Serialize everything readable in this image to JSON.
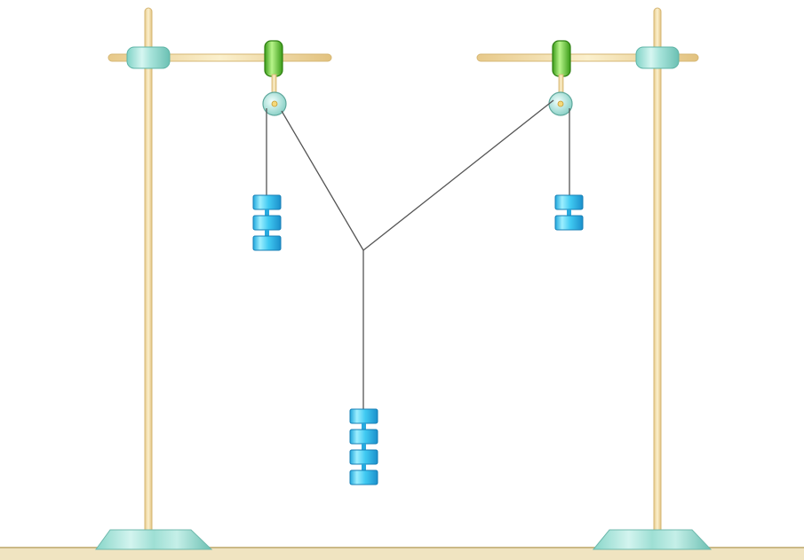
{
  "scene": {
    "description_visible_text": "",
    "left_stand": {
      "masses": 3
    },
    "right_stand": {
      "masses": 2
    },
    "center": {
      "masses": 4
    }
  },
  "colors": {
    "rod": "#f7e3a6",
    "rod_edge": "#d9b878",
    "clamp": "#9fe0d6",
    "clamp_dark": "#6cc2b6",
    "green_clamp": "#6fd13a",
    "green_clamp_dark": "#3a9b18",
    "pulley": "#bfe9e4",
    "string": "#555555",
    "mass": "#38c7f0",
    "mass_dark": "#1c8fc8",
    "mass_light": "#aef0ff",
    "floor": "#efe3bf",
    "floor_edge": "#cdbb86"
  }
}
